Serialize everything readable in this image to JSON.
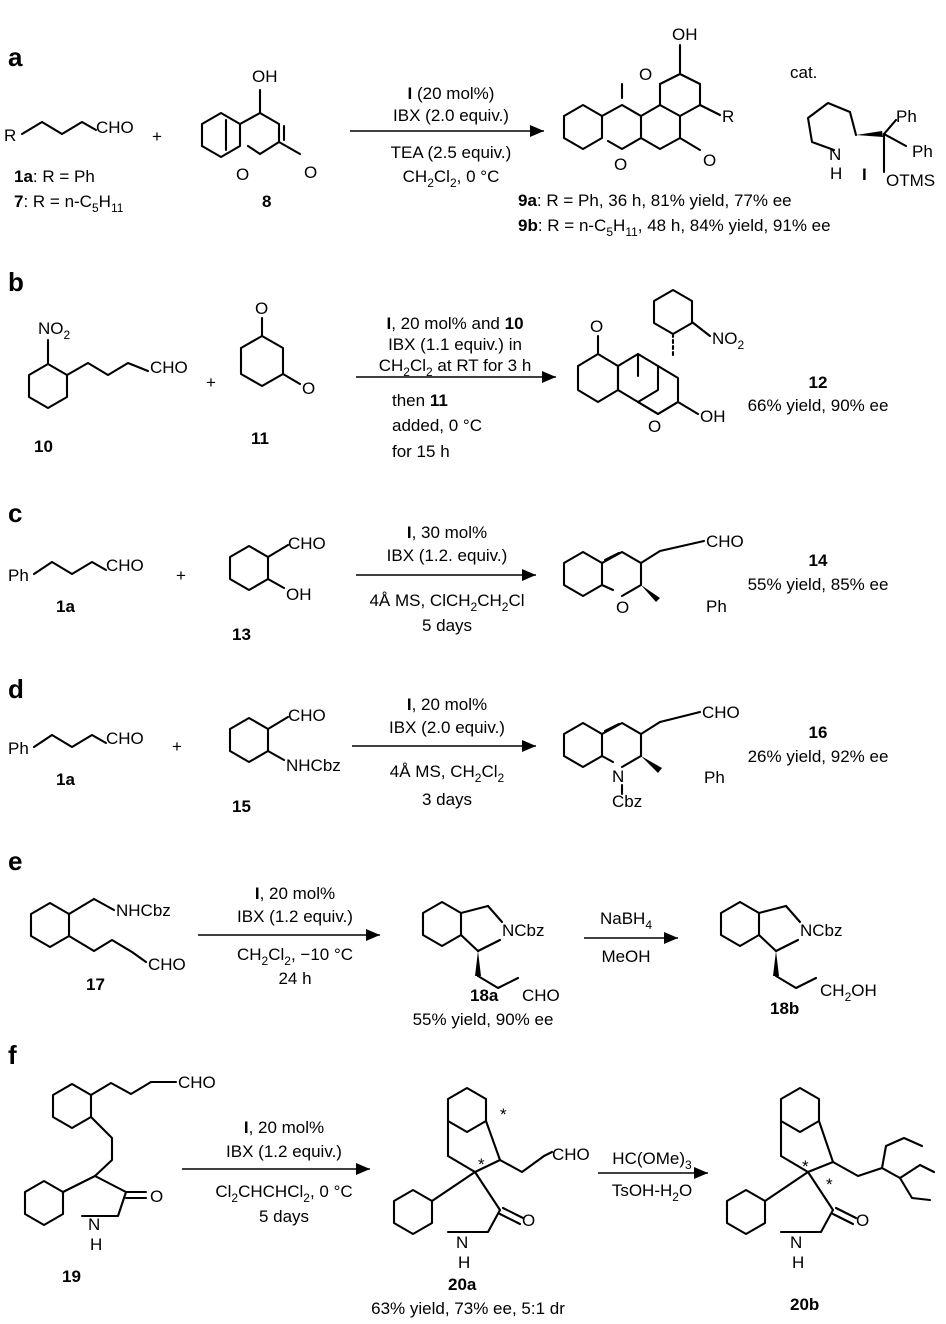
{
  "panels": {
    "a": {
      "letter": "a",
      "cond": [
        "I (20 mol%)",
        "IBX (2.0 equiv.)",
        "TEA (2.5 equiv.)",
        "CH2Cl2, 0 °C"
      ],
      "reactant1": {
        "sub": "R",
        "cho": "CHO",
        "label1": "1a: R = Ph",
        "label2": "7: R = n-C5H11"
      },
      "reactant2": {
        "oh": "OH",
        "o1": "O",
        "o2": "O",
        "label": "8"
      },
      "product": {
        "oh": "OH",
        "o1": "O",
        "o2": "O",
        "o3": "O",
        "r": "R",
        "result1": "9a: R = Ph, 36 h, 81% yield, 77% ee",
        "result2": "9b: R = n-C5H11, 48 h, 84% yield, 91% ee"
      },
      "catalyst": {
        "cat": "cat.",
        "ph1": "Ph",
        "ph2": "Ph",
        "n": "N",
        "h": "H",
        "label": "I",
        "otms": "OTMS"
      }
    },
    "b": {
      "letter": "b",
      "cond": [
        "I, 20 mol% and 10",
        "IBX (1.1 equiv.) in",
        "CH2Cl2 at RT for 3 h",
        "then 11",
        "added, 0 °C",
        "for 15 h"
      ],
      "reactant1": {
        "no2": "NO2",
        "cho": "CHO",
        "label": "10"
      },
      "reactant2": {
        "o1": "O",
        "o2": "O",
        "label": "11"
      },
      "product": {
        "no2": "NO2",
        "o1": "O",
        "o2": "O",
        "oh": "OH",
        "label": "12",
        "result": "66% yield, 90% ee"
      }
    },
    "c": {
      "letter": "c",
      "cond": [
        "I, 30 mol%",
        "IBX (1.2. equiv.)",
        "4Å MS, ClCH2CH2Cl",
        "5 days"
      ],
      "reactant1": {
        "ph": "Ph",
        "cho": "CHO",
        "label": "1a"
      },
      "reactant2": {
        "cho": "CHO",
        "oh": "OH",
        "label": "13"
      },
      "product": {
        "cho": "CHO",
        "o": "O",
        "ph": "Ph",
        "label": "14",
        "result": "55% yield, 85% ee"
      }
    },
    "d": {
      "letter": "d",
      "cond": [
        "I, 20 mol%",
        "IBX (2.0 equiv.)",
        "4Å MS, CH2Cl2",
        "3 days"
      ],
      "reactant1": {
        "ph": "Ph",
        "cho": "CHO",
        "label": "1a"
      },
      "reactant2": {
        "cho": "CHO",
        "nhcbz": "NHCbz",
        "label": "15"
      },
      "product": {
        "cho": "CHO",
        "n": "N",
        "cbz": "Cbz",
        "ph": "Ph",
        "label": "16",
        "result": "26% yield, 92% ee"
      }
    },
    "e": {
      "letter": "e",
      "cond1": [
        "I, 20 mol%",
        "IBX (1.2 equiv.)",
        "CH2Cl2, −10 °C",
        "24 h"
      ],
      "cond2": [
        "NaBH4",
        "MeOH"
      ],
      "reactant": {
        "nhcbz": "NHCbz",
        "cho": "CHO",
        "label": "17"
      },
      "product1": {
        "ncbz": "NCbz",
        "cho": "CHO",
        "label": "18a",
        "result": "55% yield, 90% ee"
      },
      "product2": {
        "ncbz": "NCbz",
        "ch2oh": "CH2OH",
        "label": "18b"
      }
    },
    "f": {
      "letter": "f",
      "cond1": [
        "I, 20 mol%",
        "IBX (1.2 equiv.)",
        "Cl2CHCHCl2, 0 °C",
        "5 days"
      ],
      "cond2": [
        "HC(OMe)3",
        "TsOH-H2O"
      ],
      "reactant": {
        "cho": "CHO",
        "o": "O",
        "n": "N",
        "h": "H",
        "label": "19"
      },
      "product1": {
        "cho": "CHO",
        "o": "O",
        "n": "N",
        "h": "H",
        "star": "*",
        "label": "20a",
        "result": "63% yield, 73% ee, 5:1 dr"
      },
      "product2": {
        "o": "O",
        "n": "N",
        "h": "H",
        "star": "*",
        "label": "20b"
      }
    }
  }
}
